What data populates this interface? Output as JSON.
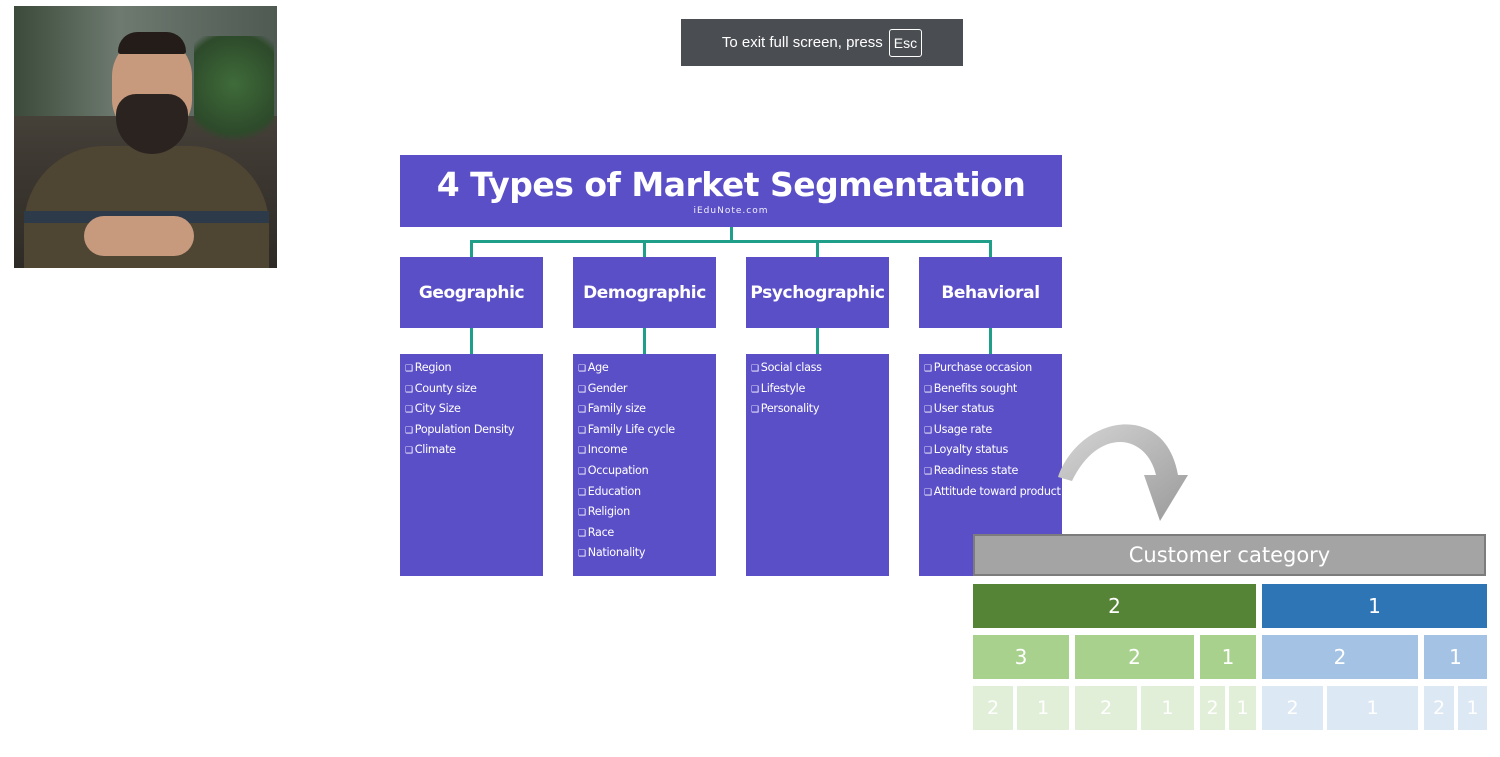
{
  "toast": {
    "prefix": "To exit full screen, press",
    "key": "Esc"
  },
  "diagram": {
    "title": "4 Types of Market Segmentation",
    "subtitle": "iEduNote.com",
    "categories": [
      {
        "name": "Geographic",
        "items": [
          "Region",
          "County size",
          "City Size",
          "Population Density",
          "Climate"
        ]
      },
      {
        "name": "Demographic",
        "items": [
          "Age",
          "Gender",
          "Family size",
          "Family Life cycle",
          "Income",
          "Occupation",
          "Education",
          "Religion",
          "Race",
          "Nationality"
        ]
      },
      {
        "name": "Psychographic",
        "items": [
          "Social class",
          "Lifestyle",
          "Personality"
        ]
      },
      {
        "name": "Behavioral",
        "items": [
          "Purchase occasion",
          "Benefits sought",
          "User status",
          "Usage rate",
          "Loyalty status",
          "Readiness state",
          "Attitude toward product"
        ]
      }
    ],
    "bullet": "❑"
  },
  "customer_category": {
    "title": "Customer category",
    "level1": [
      "2",
      "1"
    ],
    "level2": [
      "3",
      "2",
      "1",
      "2",
      "1"
    ],
    "level3": [
      "2",
      "1",
      "2",
      "1",
      "2",
      "1",
      "2",
      "1",
      "2",
      "1"
    ]
  },
  "colors": {
    "diagram_box": "#5b4fc8",
    "connector": "#1f9e8a",
    "green_dark": "#568436",
    "blue_dark": "#2e75b6",
    "header_gray": "#a4a4a4"
  }
}
